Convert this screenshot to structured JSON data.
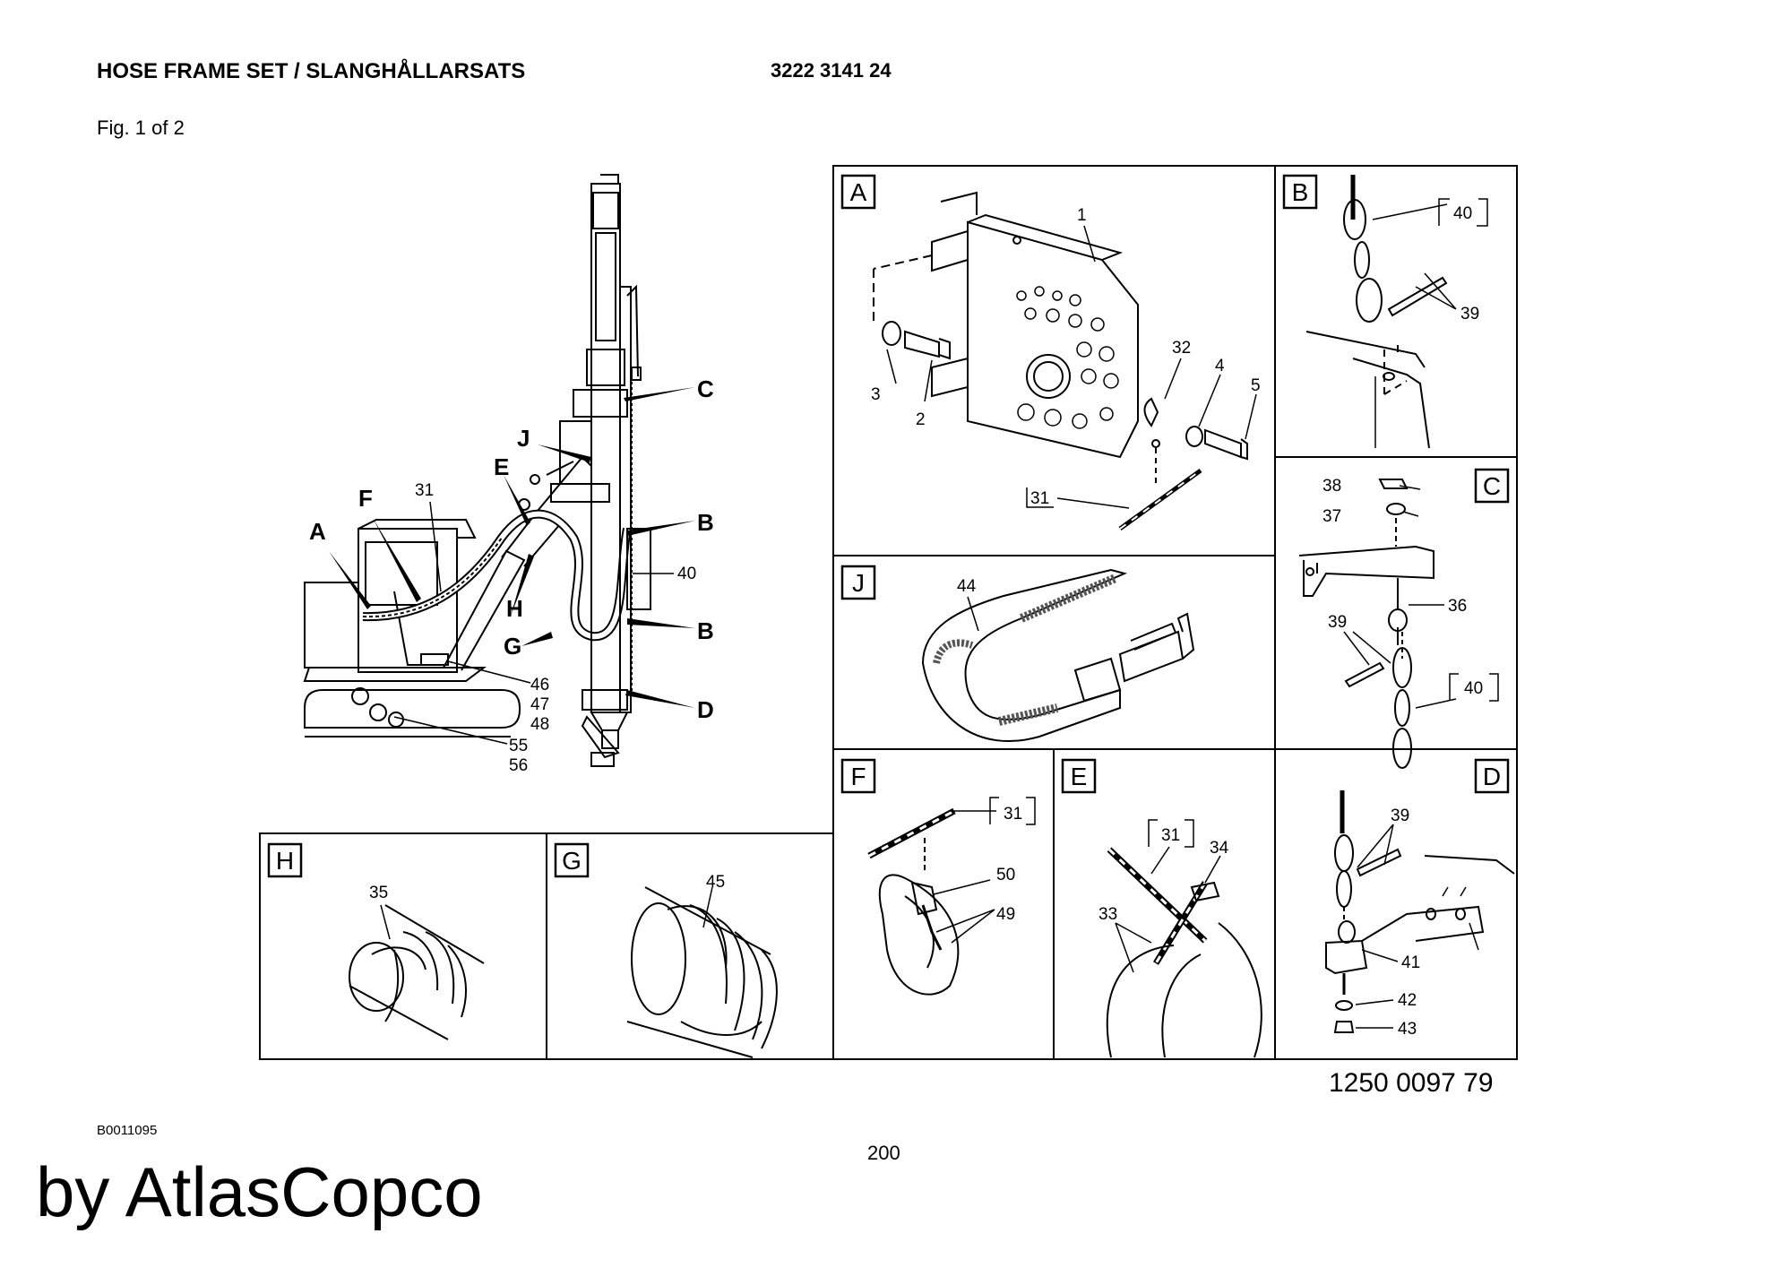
{
  "header": {
    "title": "HOSE FRAME SET / SLANGHÅLLARSATS",
    "part_number": "3222 3141 24",
    "figure": "Fig. 1 of 2"
  },
  "footer": {
    "document_number": "1250 0097 79",
    "image_code": "B0011095",
    "page_number": "200",
    "watermark": "by AtlasCopco"
  },
  "overview": {
    "callout_letters": [
      "A",
      "F",
      "E",
      "J",
      "C",
      "B",
      "B",
      "H",
      "G",
      "D"
    ],
    "part_labels": [
      "31",
      "40",
      "46",
      "47",
      "48",
      "55",
      "56"
    ]
  },
  "details": {
    "A": {
      "letter": "A",
      "labels": [
        "1",
        "3",
        "2",
        "32",
        "4",
        "5",
        "31"
      ]
    },
    "B": {
      "letter": "B",
      "labels": [
        "40",
        "39"
      ]
    },
    "C": {
      "letter": "C",
      "labels": [
        "38",
        "37",
        "36",
        "39",
        "40"
      ]
    },
    "J": {
      "letter": "J",
      "labels": [
        "44"
      ]
    },
    "F": {
      "letter": "F",
      "labels": [
        "31",
        "50",
        "49"
      ]
    },
    "E": {
      "letter": "E",
      "labels": [
        "31",
        "34",
        "33"
      ]
    },
    "D": {
      "letter": "D",
      "labels": [
        "39",
        "41",
        "42",
        "43"
      ]
    },
    "H": {
      "letter": "H",
      "labels": [
        "35"
      ]
    },
    "G": {
      "letter": "G",
      "labels": [
        "45"
      ]
    }
  },
  "colors": {
    "ink": "#000000",
    "paper": "#ffffff",
    "hatch": "#555555"
  }
}
